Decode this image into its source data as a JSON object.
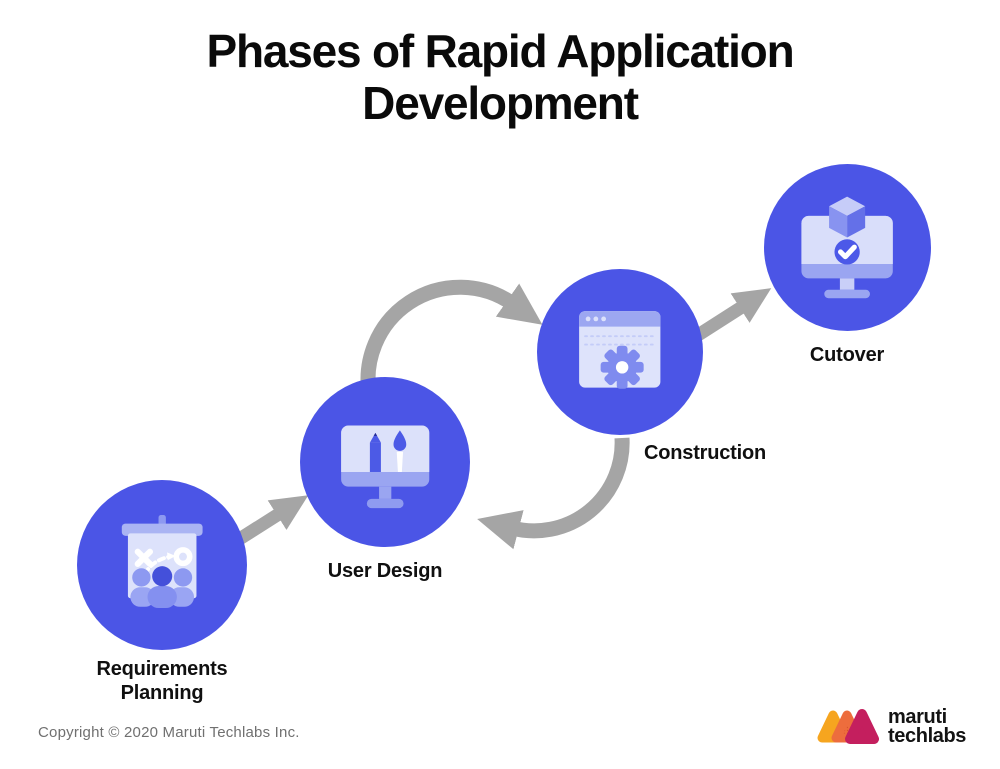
{
  "title": "Phases of Rapid Application Development",
  "phases": [
    {
      "id": "requirements-planning",
      "label": "Requirements Planning",
      "icon": "strategy-board-icon"
    },
    {
      "id": "user-design",
      "label": "User Design",
      "icon": "design-monitor-icon"
    },
    {
      "id": "construction",
      "label": "Construction",
      "icon": "browser-gear-icon"
    },
    {
      "id": "cutover",
      "label": "Cutover",
      "icon": "deploy-monitor-icon"
    }
  ],
  "flow": {
    "sequence": [
      "Requirements Planning",
      "User Design",
      "Construction",
      "Cutover"
    ],
    "iteration_cycle": [
      "User Design",
      "Construction"
    ]
  },
  "footer": {
    "copyright": "Copyright © 2020 Maruti Techlabs Inc.",
    "logo_line1": "maruti",
    "logo_line2": "techlabs"
  },
  "colors": {
    "circle_blue": "#4b55e6",
    "icon_light_lavender": "#dde2fb",
    "icon_medium_lavender": "#9aa5f1",
    "icon_accent_blue": "#4450da",
    "arrow_gray": "#a5a5a5",
    "title_text": "#0a0a0a",
    "copyright_text": "#707070",
    "logo_yellow": "#f6a51f",
    "logo_orange": "#ed6d3d",
    "logo_magenta": "#c41f5e"
  }
}
